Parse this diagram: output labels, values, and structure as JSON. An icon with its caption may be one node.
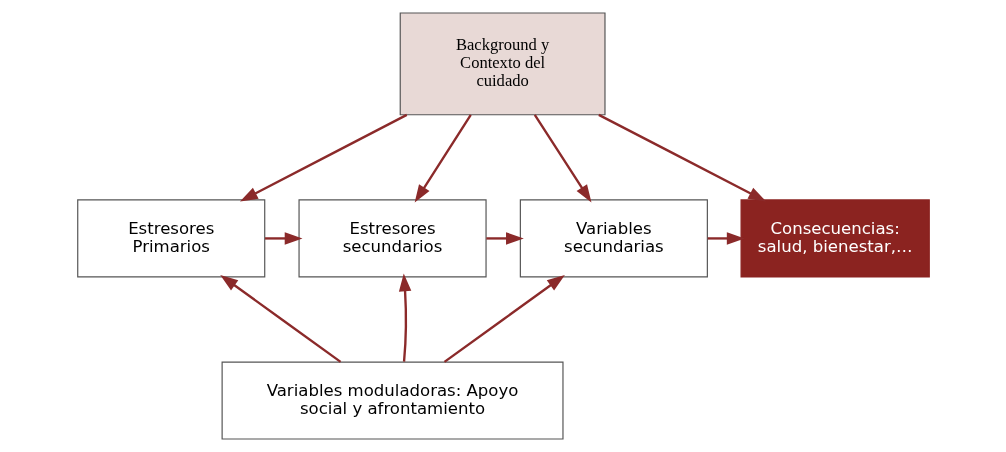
{
  "diagram": {
    "nodes": [
      {
        "text": [
          "Background y Contexto del cuidado"
        ]
      },
      {
        "text": [
          "Estresores Primarios"
        ]
      },
      {
        "text": [
          "Estresores secundarios"
        ]
      },
      {
        "text": [
          "Variables secundarias"
        ]
      },
      {
        "text": [
          "Consecuencias: salud, bienestar,…"
        ]
      },
      {
        "text": [
          "Variables moduladoras: Apoyo social y afrontamiento"
        ]
      }
    ],
    "edges": [
      {
        "from": 0,
        "to": 1,
        "arrow": "to"
      },
      {
        "from": 0,
        "to": 2,
        "arrow": "to"
      },
      {
        "from": 0,
        "to": 3,
        "arrow": "to"
      },
      {
        "from": 0,
        "to": 4,
        "arrow": "to"
      },
      {
        "from": 1,
        "to": 2,
        "arrow": "to"
      },
      {
        "from": 2,
        "to": 3,
        "arrow": "to"
      },
      {
        "from": 3,
        "to": 4,
        "arrow": "to"
      },
      {
        "from": 5,
        "to": 1,
        "arrow": "to"
      },
      {
        "from": 5,
        "to": 2,
        "arrow": "to"
      },
      {
        "from": 5,
        "to": 3,
        "arrow": "to"
      }
    ]
  }
}
